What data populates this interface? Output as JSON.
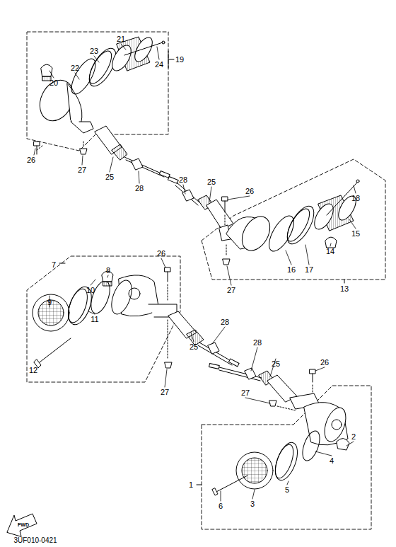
{
  "diagram": {
    "labels": [
      "21",
      "19",
      "23",
      "22",
      "24",
      "20",
      "26",
      "27",
      "25",
      "28",
      "28",
      "25",
      "26",
      "18",
      "15",
      "14",
      "16",
      "17",
      "13",
      "27",
      "7",
      "26",
      "8",
      "10",
      "11",
      "9",
      "12",
      "25",
      "28",
      "27",
      "28",
      "25",
      "26",
      "27",
      "2",
      "4",
      "1",
      "5",
      "6",
      "3",
      "FWD",
      "3UF010-0421"
    ]
  }
}
